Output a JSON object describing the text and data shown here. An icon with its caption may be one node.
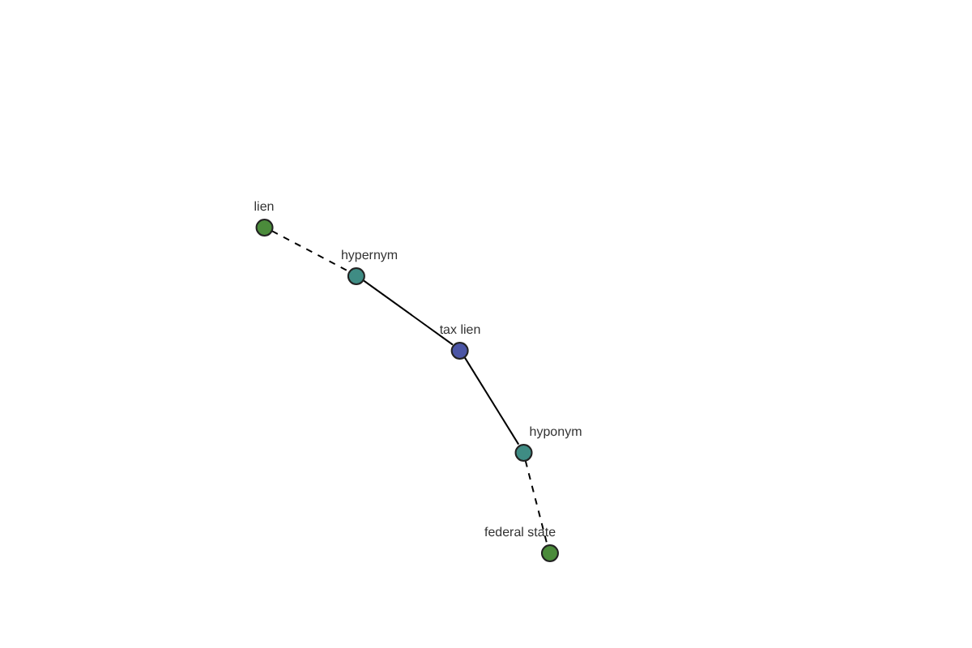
{
  "diagram": {
    "nodes": [
      {
        "text": [
          "lien"
        ]
      },
      {
        "text": [
          "hypernym"
        ]
      },
      {
        "text": [
          "tax lien"
        ]
      },
      {
        "text": [
          "hyponym"
        ]
      },
      {
        "text": [
          "federal state"
        ]
      }
    ],
    "edges": [
      {
        "from": 0,
        "to": 1,
        "arrow": "none",
        "style": "dashed"
      },
      {
        "from": 1,
        "to": 2,
        "arrow": "none"
      },
      {
        "from": 2,
        "to": 3,
        "arrow": "none"
      },
      {
        "from": 3,
        "to": 4,
        "arrow": "none",
        "style": "dashed"
      }
    ]
  }
}
